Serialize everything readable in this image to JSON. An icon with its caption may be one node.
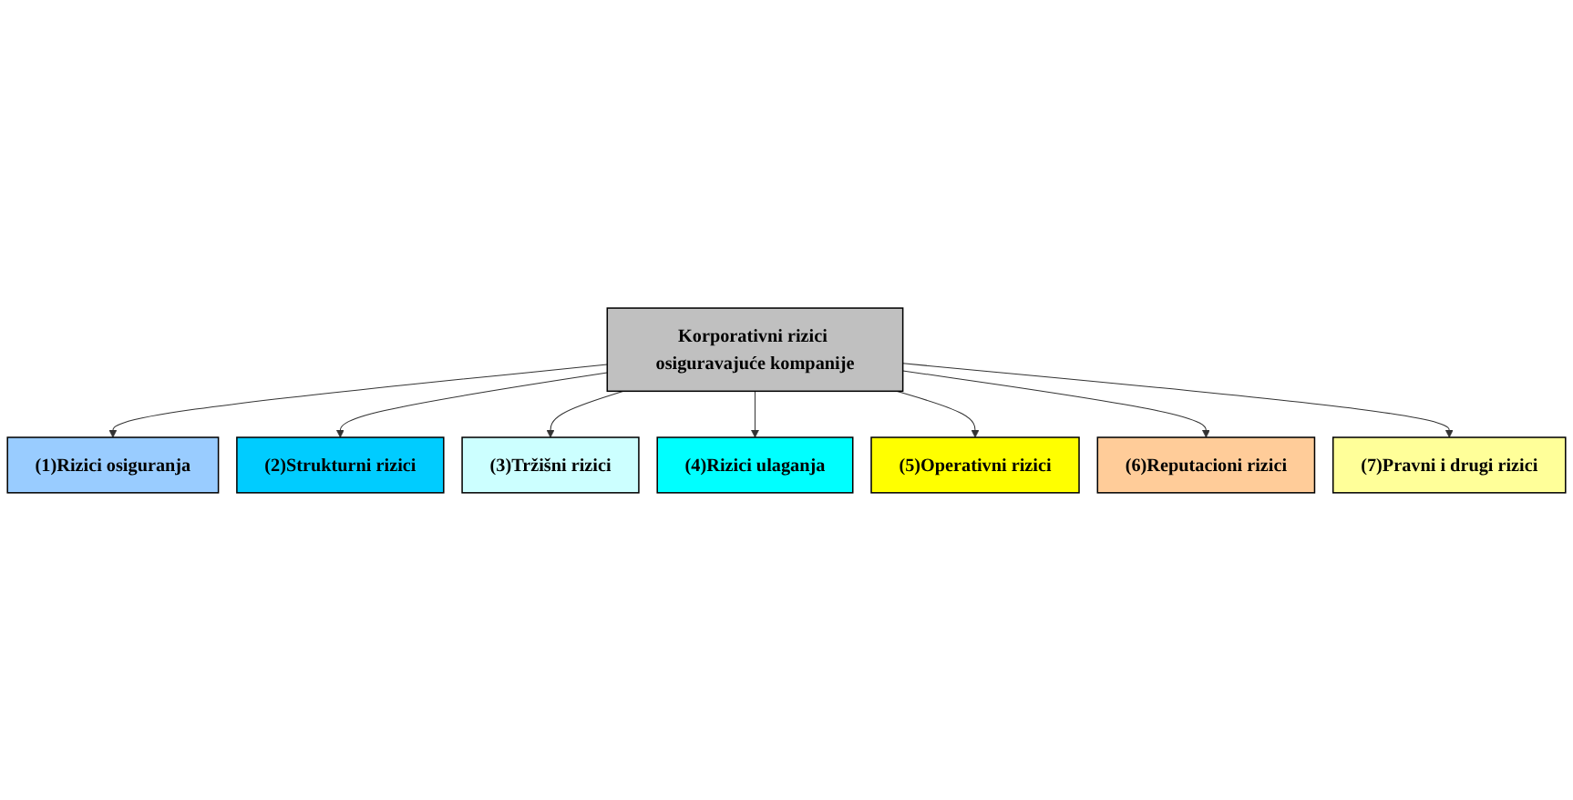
{
  "diagram": {
    "nodes": [
      {
        "text": [
          "Korporativni rizici osiguravajuće kompanije"
        ]
      },
      {
        "text": [
          "(1)Rizici osiguranja"
        ]
      },
      {
        "text": [
          "(2)Strukturni rizici"
        ]
      },
      {
        "text": [
          "(3)Tržišni rizici"
        ]
      },
      {
        "text": [
          "(4)Rizici ulaganja"
        ]
      },
      {
        "text": [
          "(5)Operativni rizici"
        ]
      },
      {
        "text": [
          "(6)Reputacioni rizici"
        ]
      },
      {
        "text": [
          "(7)Pravni i drugi rizici"
        ]
      }
    ],
    "edges": [
      {
        "from": 0,
        "to": 1,
        "arrow": "to"
      },
      {
        "from": 0,
        "to": 2,
        "arrow": "to"
      },
      {
        "from": 0,
        "to": 3,
        "arrow": "to"
      },
      {
        "from": 0,
        "to": 4,
        "arrow": "to"
      },
      {
        "from": 0,
        "to": 5,
        "arrow": "to"
      },
      {
        "from": 0,
        "to": 6,
        "arrow": "to"
      },
      {
        "from": 0,
        "to": 7,
        "arrow": "to"
      }
    ]
  }
}
